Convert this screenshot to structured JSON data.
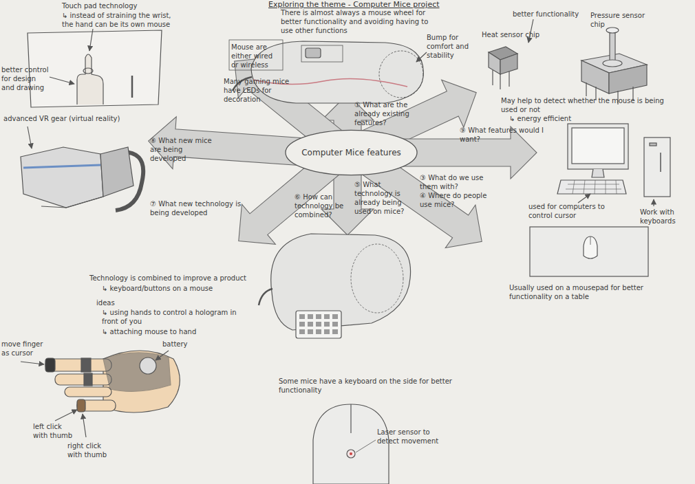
{
  "diagram": {
    "title": "Exploring the theme - Computer Mice project",
    "nodes": [
      {
        "text": [
          "Computer Mice features"
        ]
      }
    ],
    "labels": [
      "Touch pad technology",
      "↳ instead of straining the wrist, the hand can be its own mouse",
      "better control for design and drawing",
      "There is almost always a mouse wheel for better functionality and avoiding having to use other functions",
      "Mouse are either wired or wireless",
      "Bump for comfort and stability",
      "better functionality",
      "Pressure sensor chip",
      "Heat sensor chip",
      "Many gaming mice have LEDs for decoration",
      "① What are the already existing features?",
      "May help to detect whether the mouse is being used or not",
      "↳ energy efficient",
      "advanced VR gear (virtual reality)",
      "⑧ What new mice are being developed",
      "⑨ What features would I want?",
      "⑦ What new technology is being developed",
      "⑥ How can technology be combined?",
      "⑤ What technology is already being used on mice?",
      "③ What do we use them with?",
      "④ Where do people use mice?",
      "used for computers to control cursor",
      "Work with keyboards",
      "Technology is combined to improve a product",
      "↳ keyboard/buttons on a mouse",
      "ideas",
      "↳ using hands to control a hologram in front of you",
      "↳ attaching mouse to hand",
      "Usually used on a mousepad for better functionality on a table",
      "move finger as cursor",
      "battery",
      "Some mice have a keyboard on the side for better functionality",
      "left click with thumb",
      "right click with thumb",
      "Laser sensor to detect movement"
    ]
  }
}
